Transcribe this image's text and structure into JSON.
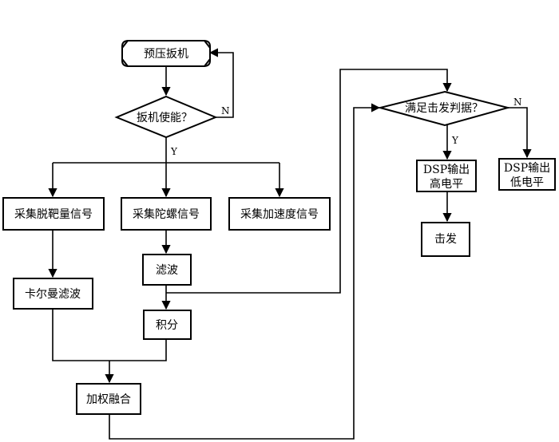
{
  "nodes": {
    "preload_trigger": "预压扳机",
    "trigger_enabled": "扳机使能？",
    "sample_target": "采集脱靶量信号",
    "sample_gyro": "采集陀螺信号",
    "sample_accel": "采集加速度信号",
    "filter": "滤波",
    "kalman": "卡尔曼滤波",
    "integrate": "积分",
    "fusion": "加权融合",
    "fire_judge": "满足击发判据？",
    "dsp_high_1": "DSP输出",
    "dsp_high_2": "高电平",
    "dsp_low_1": "DSP输出",
    "dsp_low_2": "低电平",
    "fire": "击发"
  },
  "labels": {
    "enable_no": "N",
    "enable_yes": "Y",
    "judge_yes": "Y",
    "judge_no": "N"
  }
}
